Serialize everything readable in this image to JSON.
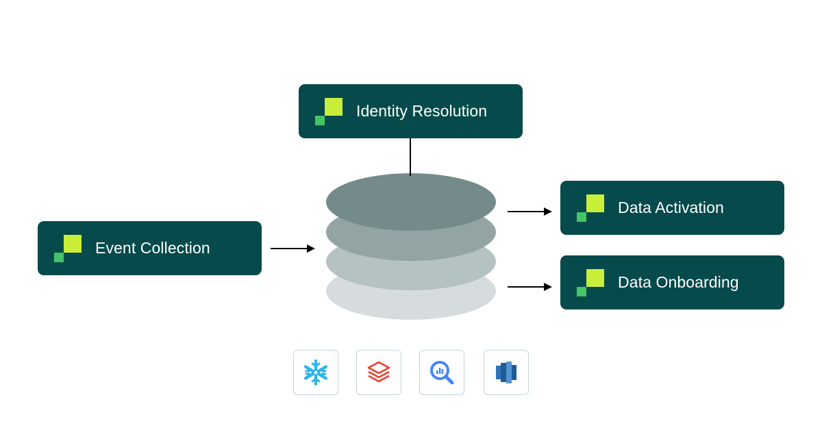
{
  "diagram": {
    "nodes": {
      "event_collection": {
        "label": "Event Collection"
      },
      "identity_resolution": {
        "label": "Identity Resolution"
      },
      "data_activation": {
        "label": "Data Activation"
      },
      "data_onboarding": {
        "label": "Data Onboarding"
      }
    },
    "storage_layers": [
      {
        "color": "#d6dcdd"
      },
      {
        "color": "#b5c2c2"
      },
      {
        "color": "#93a4a4"
      },
      {
        "color": "#758b8b"
      }
    ],
    "edges": [
      {
        "from": "event_collection",
        "to": "storage"
      },
      {
        "from": "identity_resolution",
        "to": "storage"
      },
      {
        "from": "storage",
        "to": "data_activation"
      },
      {
        "from": "storage",
        "to": "data_onboarding"
      }
    ],
    "integrations": [
      {
        "icon": "snowflake-icon",
        "color": "#29b5e8"
      },
      {
        "icon": "databricks-icon",
        "color": "#ee3d2c"
      },
      {
        "icon": "bigquery-icon",
        "color": "#4386fa"
      },
      {
        "icon": "redshift-icon",
        "color": "#205b98"
      }
    ],
    "colors": {
      "node_background": "#064a4b",
      "mark_large": "#c8ee3a",
      "mark_small": "#44c466",
      "line": "#000000"
    }
  }
}
